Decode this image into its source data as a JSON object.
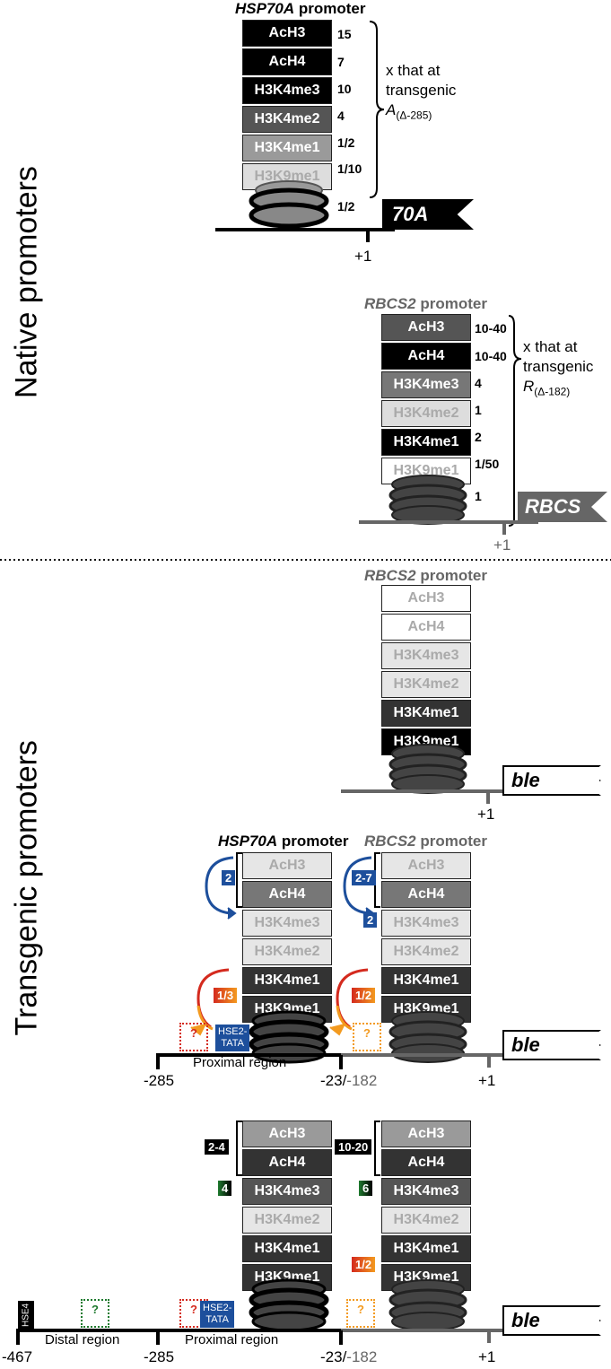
{
  "labels": {
    "native": "Native promoters",
    "transgenic": "Transgenic promoters"
  },
  "promoters": {
    "hsp70a_name": "HSP70A",
    "rbcs2_name": "RBCS2",
    "suffix": "promoter"
  },
  "marks": {
    "acH3": "AcH3",
    "acH4": "AcH4",
    "h3k4me3": "H3K4me3",
    "h3k4me2": "H3K4me2",
    "h3k4me1": "H3K4me1",
    "h3k9me1": "H3K9me1"
  },
  "native_hsp": {
    "values": [
      "15",
      "7",
      "10",
      "4",
      "1/2",
      "1/10"
    ],
    "nucleosome_value": "1/2",
    "note_line1": "x that at",
    "note_line2": "transgenic",
    "note_sym": "A",
    "note_sub": "(Δ-285)",
    "gene": "70A",
    "tss": "+1"
  },
  "native_rbcs": {
    "values": [
      "10-40",
      "10-40",
      "4",
      "1",
      "2",
      "1/50"
    ],
    "nucleosome_value": "1",
    "note_line1": "x that at",
    "note_line2": "transgenic",
    "note_sym": "R",
    "note_sub": "(Δ-182)",
    "gene": "RBCS",
    "tss": "+1"
  },
  "tg_rbcs_only": {
    "gene": "ble",
    "tss": "+1"
  },
  "tg_fusion_short": {
    "hsp_acetyl_badge": "2",
    "rbcs_acetyl_badge": "2-7",
    "rbcs_k4me3_badge": "2",
    "hsp_k9_badge": "1/3",
    "rbcs_k9_badge": "1/2",
    "q": "?",
    "tata_line1": "HSE2-",
    "tata_line2": "TATA",
    "gene": "ble",
    "coord_left": "-285",
    "coord_mid_a": "-23/",
    "coord_mid_b": "-182",
    "tss": "+1",
    "region_proximal": "Proximal region"
  },
  "tg_fusion_long": {
    "hsp_acetyl_badge": "2-4",
    "rbcs_acetyl_badge": "10-20",
    "hsp_k4me3_badge": "4",
    "rbcs_k4me3_badge": "6",
    "rbcs_k9_badge": "1/2",
    "q": "?",
    "hse4": "HSE4",
    "tata_line1": "HSE2-",
    "tata_line2": "TATA",
    "gene": "ble",
    "coord_far": "-467",
    "coord_left": "-285",
    "coord_mid_a": "-23/",
    "coord_mid_b": "-182",
    "tss": "+1",
    "region_distal": "Distal region",
    "region_proximal": "Proximal region"
  },
  "colors": {
    "blue": "#1d4f9c",
    "red": "#d42a1e",
    "orange": "#f39a1f",
    "green": "#1e7a2e",
    "gray_text": "#666666"
  }
}
